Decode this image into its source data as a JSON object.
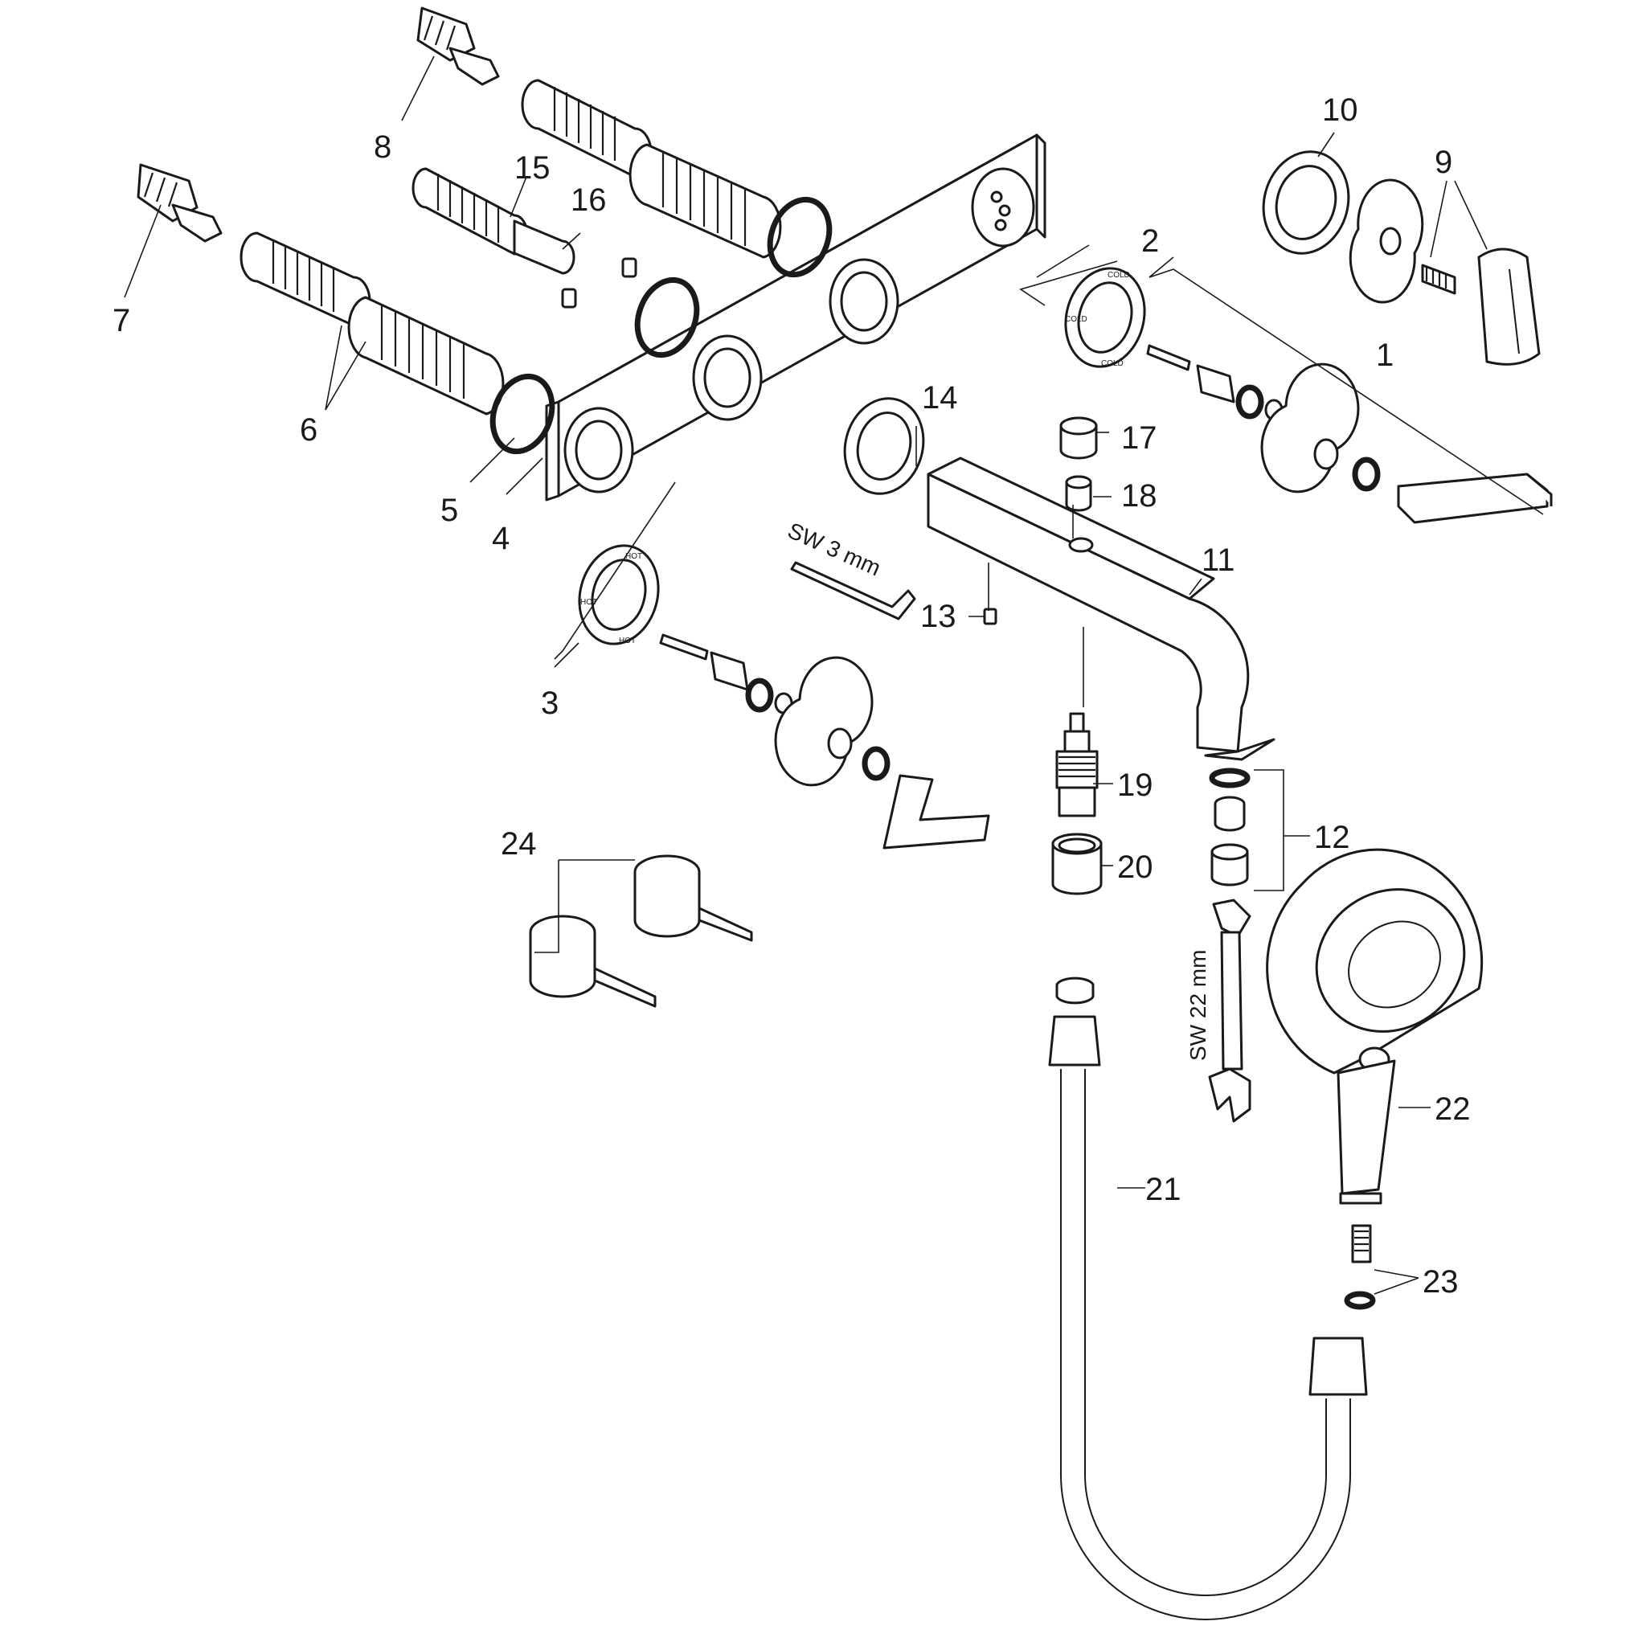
{
  "callouts": {
    "c1": "1",
    "c2": "2",
    "c3": "3",
    "c4": "4",
    "c5": "5",
    "c6": "6",
    "c7": "7",
    "c8": "8",
    "c9": "9",
    "c10": "10",
    "c11": "11",
    "c12": "12",
    "c13": "13",
    "c14": "14",
    "c15": "15",
    "c16": "16",
    "c17": "17",
    "c18": "18",
    "c19": "19",
    "c20": "20",
    "c21": "21",
    "c22": "22",
    "c23": "23",
    "c24": "24"
  },
  "tools": {
    "hex_key": "SW 3 mm",
    "wrench": "SW 22 mm"
  },
  "rosette_markings": {
    "hot_a": "HOT",
    "hot_b": "HOT",
    "hot_c": "HOT",
    "cold_a": "COLD",
    "cold_b": "COLD",
    "cold_c": "COLD"
  }
}
